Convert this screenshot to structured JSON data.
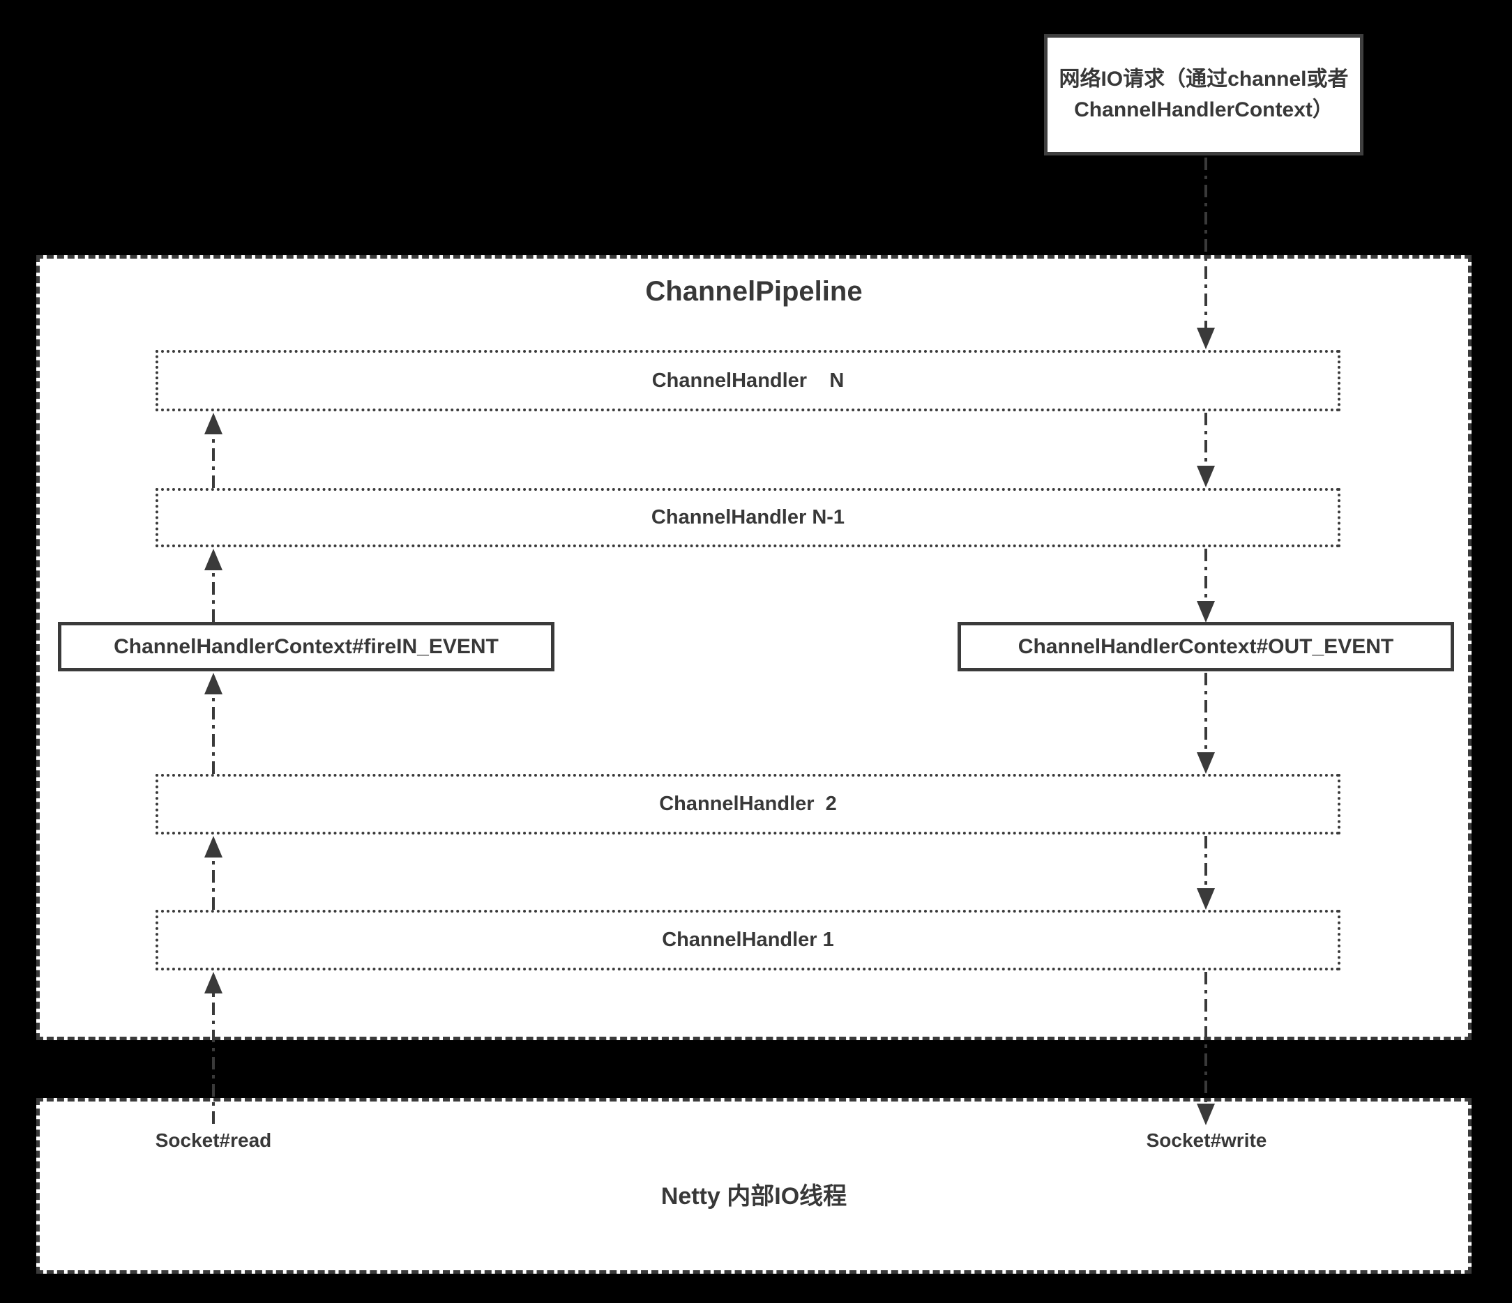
{
  "diagram": {
    "request_box": {
      "line1": "网络IO请求（通过channel或者",
      "line2": "ChannelHandlerContext）"
    },
    "pipeline": {
      "title": "ChannelPipeline",
      "handlers": [
        {
          "label": "ChannelHandler    N"
        },
        {
          "label": "ChannelHandler N-1"
        },
        {
          "label": "ChannelHandler  2"
        },
        {
          "label": "ChannelHandler 1"
        }
      ],
      "inbound_event": "ChannelHandlerContext#fireIN_EVENT",
      "outbound_event": "ChannelHandlerContext#OUT_EVENT"
    },
    "io_thread": {
      "title": "Netty 内部IO线程",
      "socket_read": "Socket#read",
      "socket_write": "Socket#write"
    },
    "colors": {
      "background": "#000000",
      "box_fill": "#ffffff",
      "line": "#3a3a3a",
      "text": "#383838"
    }
  }
}
